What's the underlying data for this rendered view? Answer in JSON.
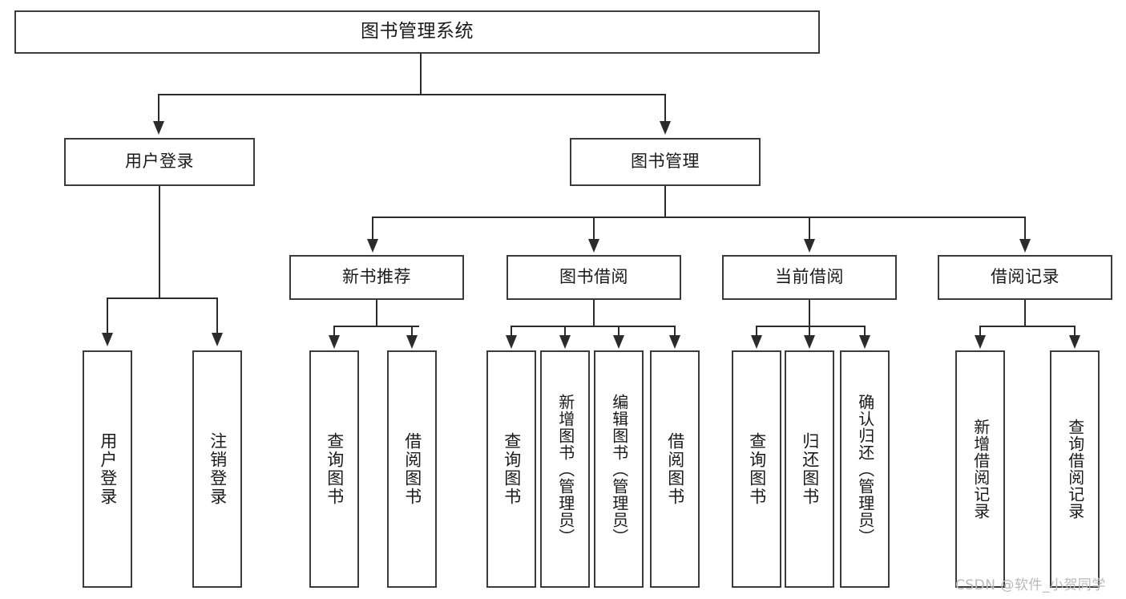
{
  "diagram": {
    "title": "图书管理系统",
    "type": "tree-hierarchy",
    "root": {
      "label": "图书管理系统"
    },
    "level1": [
      {
        "label": "用户登录"
      },
      {
        "label": "图书管理"
      }
    ],
    "level2": [
      {
        "label": "新书推荐"
      },
      {
        "label": "图书借阅"
      },
      {
        "label": "当前借阅"
      },
      {
        "label": "借阅记录"
      }
    ],
    "leaves": {
      "user_login": [
        {
          "label": "用户登录"
        },
        {
          "label": "注销登录"
        }
      ],
      "new_book_recommend": [
        {
          "label": "查询图书"
        },
        {
          "label": "借阅图书"
        }
      ],
      "book_borrow": [
        {
          "label": "查询图书"
        },
        {
          "label": "新增图书（管理员）"
        },
        {
          "label": "编辑图书（管理员）"
        },
        {
          "label": "借阅图书"
        }
      ],
      "current_borrow": [
        {
          "label": "查询图书"
        },
        {
          "label": "归还图书"
        },
        {
          "label": "确认归还（管理员）"
        }
      ],
      "borrow_record": [
        {
          "label": "新增借阅记录"
        },
        {
          "label": "查询借阅记录"
        }
      ]
    }
  },
  "watermark": {
    "text": "CSDN @软件_小贺同学"
  },
  "colors": {
    "box_border": "#3b3b3b",
    "connector": "#2b2b2b",
    "background": "#ffffff",
    "text": "#1a1a1a",
    "watermark": "#b9b9b9"
  }
}
